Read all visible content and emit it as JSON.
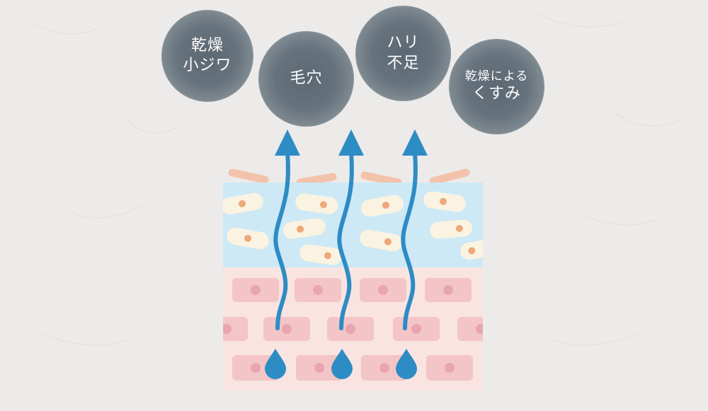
{
  "bubbles": [
    {
      "line1": "乾燥",
      "line2": "小ジワ"
    },
    {
      "line1": "毛穴",
      "line2": ""
    },
    {
      "line1": "ハリ",
      "line2": "不足"
    },
    {
      "line1": "乾燥による",
      "line2": "くすみ"
    }
  ],
  "colors": {
    "background": "#ecebe9",
    "bubble": "#66727c",
    "arrow": "#2e8cc4",
    "water_drop": "#2e8cc4",
    "stratum_corneum": "#cde9f5",
    "skin_flakes": "#f3c2aa",
    "lower_layer": "#f9e4e2",
    "cell": "#f3c5c7",
    "cell_nucleus": "#e8a5b1",
    "corneocyte": "#fbf3e2",
    "corneocyte_nucleus": "#eea879"
  },
  "icons": [
    "up-arrow-icon",
    "water-drop-icon"
  ]
}
